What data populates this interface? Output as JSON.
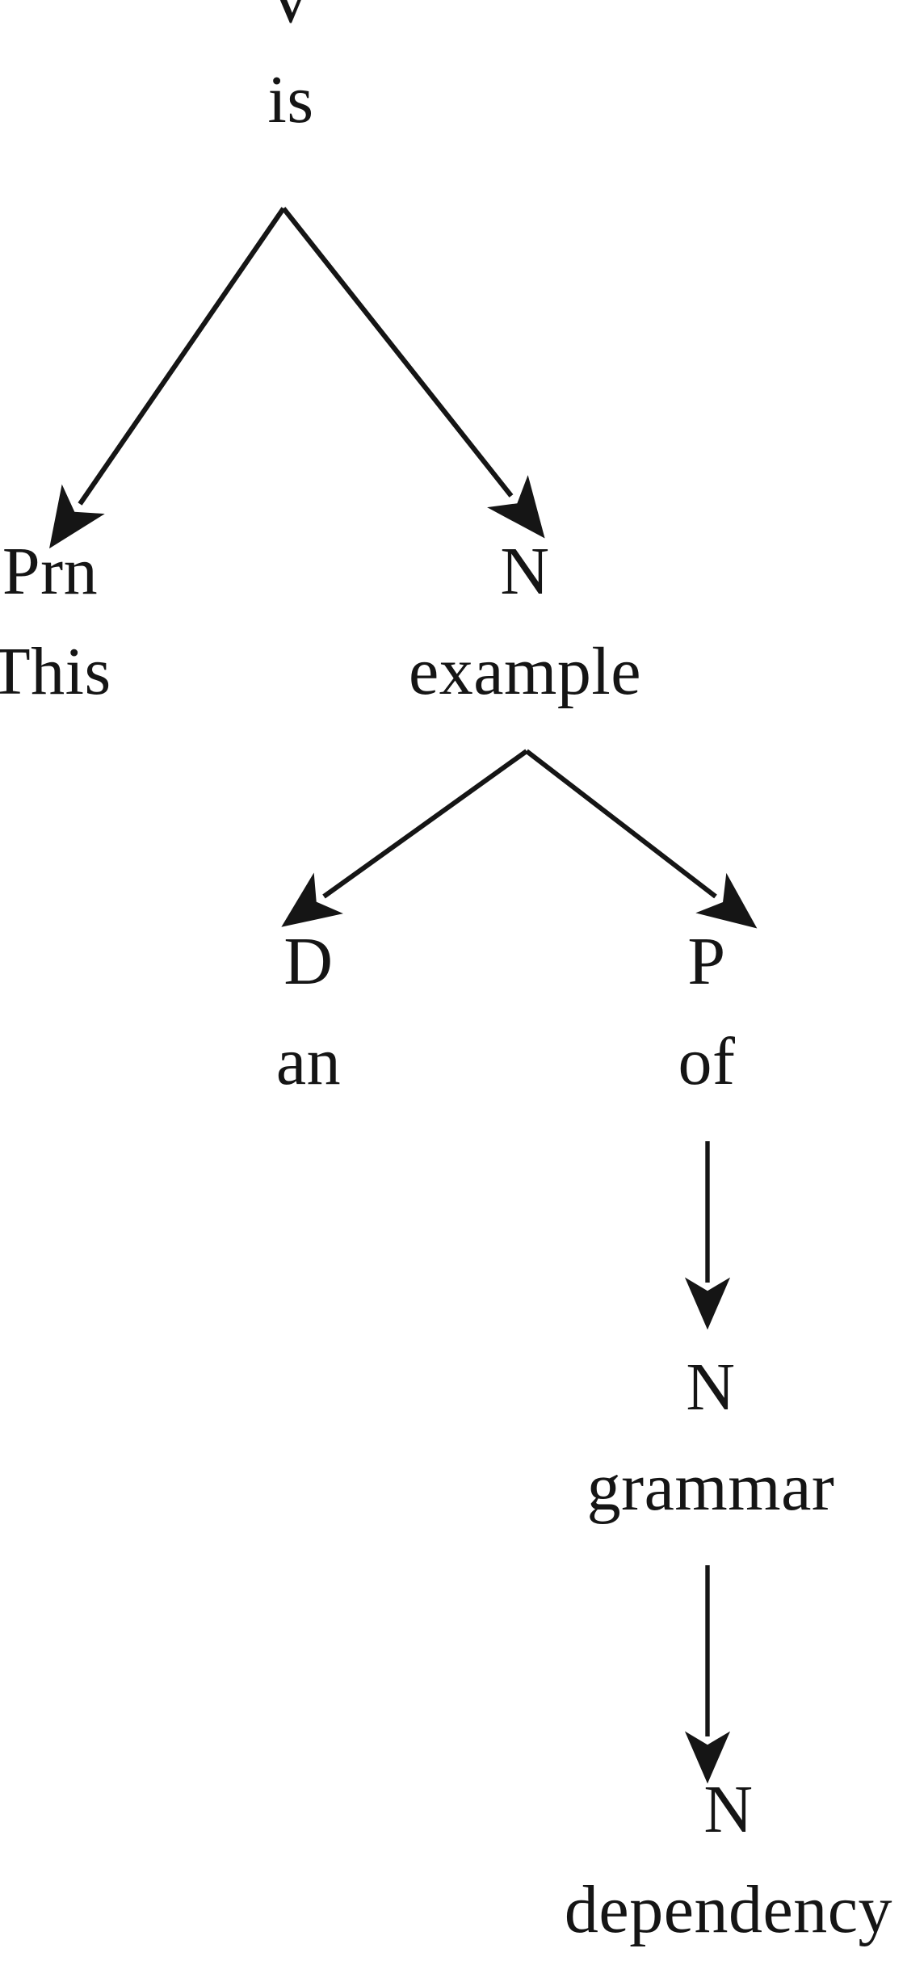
{
  "figure": {
    "kind": "dependency-grammar-tree",
    "sentence": "This is an example of dependency grammar",
    "ink_color": "#151515",
    "background_color": "#ffffff"
  },
  "nodes": {
    "root": {
      "category": "V",
      "word": "is"
    },
    "subject": {
      "category": "Prn",
      "word": "This"
    },
    "predicate": {
      "category": "N",
      "word": "example"
    },
    "determiner": {
      "category": "D",
      "word": "an"
    },
    "preposition": {
      "category": "P",
      "word": "of"
    },
    "pobj": {
      "category": "N",
      "word": "grammar"
    },
    "modifier": {
      "category": "N",
      "word": "dependency"
    }
  },
  "edges": [
    {
      "from": "root",
      "to": "subject",
      "style": "diagonal-left"
    },
    {
      "from": "root",
      "to": "predicate",
      "style": "diagonal-right"
    },
    {
      "from": "predicate",
      "to": "determiner",
      "style": "diagonal-left"
    },
    {
      "from": "predicate",
      "to": "preposition",
      "style": "diagonal-right"
    },
    {
      "from": "preposition",
      "to": "pobj",
      "style": "vertical"
    },
    {
      "from": "pobj",
      "to": "modifier",
      "style": "vertical"
    }
  ]
}
